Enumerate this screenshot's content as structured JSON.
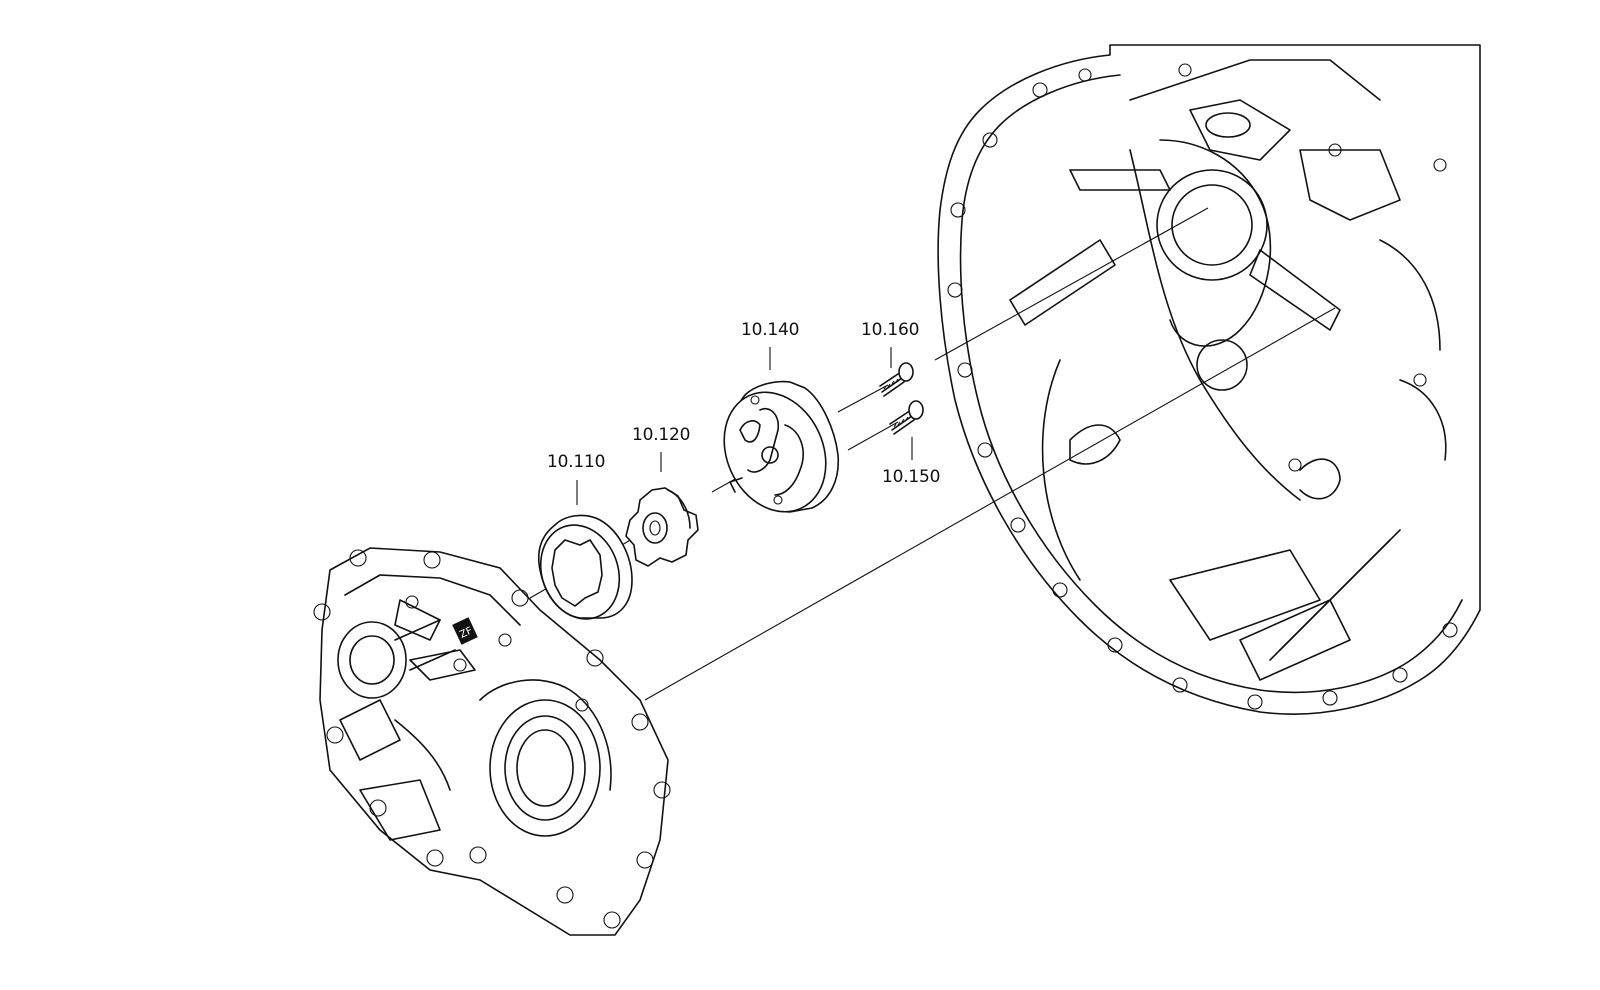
{
  "diagram": {
    "type": "exploded-parts-view",
    "callouts": [
      {
        "id": "10.110",
        "text": "10.110"
      },
      {
        "id": "10.120",
        "text": "10.120"
      },
      {
        "id": "10.140",
        "text": "10.140"
      },
      {
        "id": "10.160",
        "text": "10.160"
      },
      {
        "id": "10.150",
        "text": "10.150"
      }
    ],
    "housing_tag": "ZF",
    "line_color": "#111111",
    "background": "#ffffff"
  }
}
